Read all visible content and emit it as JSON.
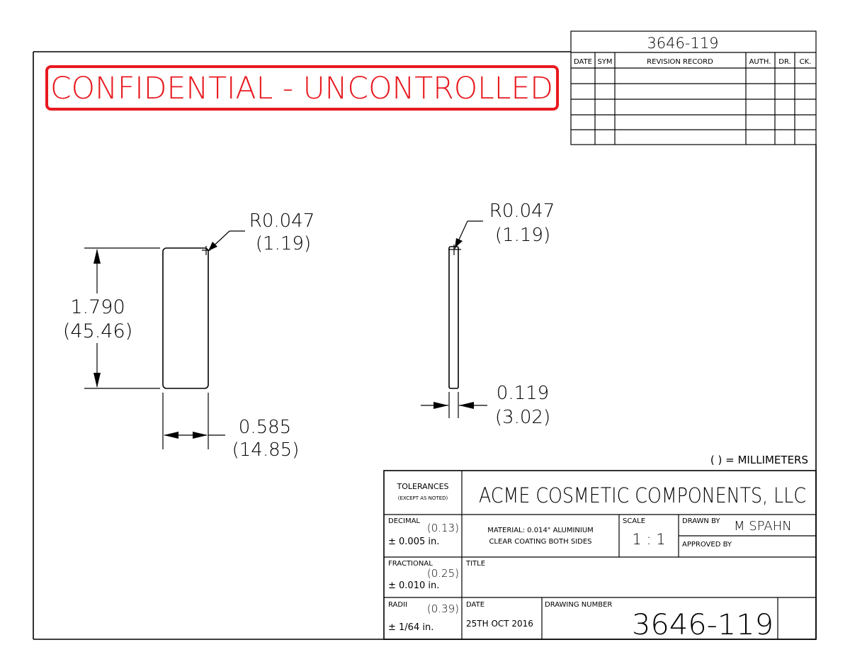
{
  "revision_block": {
    "number": "3646-119",
    "headers": {
      "date": "DATE",
      "sym": "SYM",
      "record": "REVISION RECORD",
      "auth": "AUTH.",
      "dr": "DR.",
      "ck": "CK."
    }
  },
  "stamp": {
    "text": "CONFIDENTIAL - UNCONTROLLED",
    "color": "#e8191f"
  },
  "views": {
    "front": {
      "radius_in": "R0.047",
      "radius_mm": "(1.19)",
      "height_in": "1.790",
      "height_mm": "(45.46)",
      "width_in": "0.585",
      "width_mm": "(14.85)"
    },
    "side": {
      "radius_in": "R0.047",
      "radius_mm": "(1.19)",
      "thickness_in": "0.119",
      "thickness_mm": "(3.02)"
    }
  },
  "units_note": "( ) = MILLIMETERS",
  "title_block": {
    "tolerances_label": "TOLERANCES",
    "tolerances_sub": "(EXCEPT AS NOTED)",
    "company": "ACME COSMETIC COMPONENTS, LLC",
    "decimal_label": "DECIMAL",
    "decimal_mm": "(0.13)",
    "decimal_in": "± 0.005 in.",
    "material_line1": "MATERIAL: 0.014\" ALUMINIUM",
    "material_line2": "CLEAR COATING BOTH SIDES",
    "scale_label": "SCALE",
    "scale_value": "1 : 1",
    "drawn_by_label": "DRAWN BY",
    "drawn_by_value": "M SPAHN",
    "approved_by_label": "APPROVED BY",
    "fractional_label": "FRACTIONAL",
    "fractional_mm": "(0.25)",
    "fractional_in": "± 0.010 in.",
    "title_label": "TITLE",
    "radii_label": "RADII",
    "radii_mm": "(0.39)",
    "radii_in": "± 1/64 in.",
    "date_label": "DATE",
    "date_value": "25TH OCT 2016",
    "drawing_number_label": "DRAWING NUMBER",
    "drawing_number": "3646-119"
  }
}
